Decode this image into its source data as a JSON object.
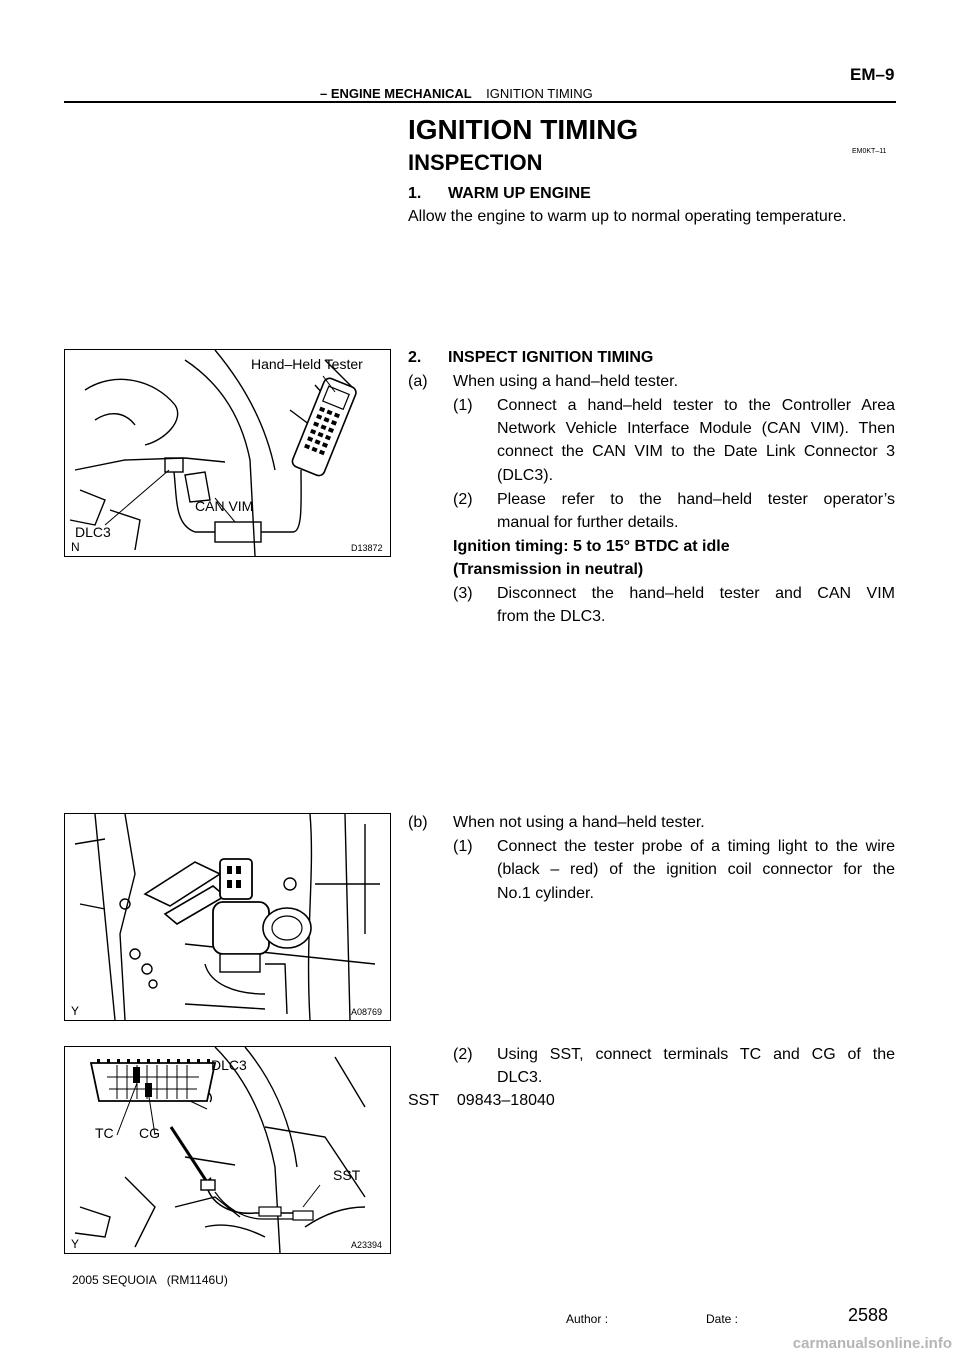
{
  "header": {
    "page_number": "EM–9",
    "section": "– ENGINE MECHANICAL",
    "subsection": "IGNITION TIMING"
  },
  "title": "IGNITION TIMING",
  "doc_code": "EM0KT–11",
  "subtitle": "INSPECTION",
  "step1": {
    "heading": "1.      WARM UP ENGINE",
    "text": "Allow the engine to warm up to normal operating temperature."
  },
  "step2": {
    "heading": "2.      INSPECT IGNITION TIMING",
    "a_label": "(a)",
    "a_text": "When using a hand–held tester.",
    "a1_label": "(1)",
    "a1_line1": "Connect a hand–held tester to the Controller Area",
    "a1_line2": "Network Vehicle Interface Module (CAN VIM). Then",
    "a1_line3": "connect the CAN VIM to the Date Link Connector 3",
    "a1_line4": "(DLC3).",
    "a2_label": "(2)",
    "a2_line1": "Please refer to the hand–held tester operator’s",
    "a2_line2": "manual for further details.",
    "spec_line1": "Ignition timing: 5 to 15° BTDC at idle",
    "spec_line2": "(Transmission in neutral)",
    "a3_label": "(3)",
    "a3_line1": "Disconnect the hand–held tester and CAN VIM",
    "a3_line2": "from the DLC3.",
    "b_label": "(b)",
    "b_text": "When not using a hand–held tester.",
    "b1_label": "(1)",
    "b1_line1": "Connect the tester probe of a timing light to the wire",
    "b1_line2": "(black – red) of the ignition coil connector for the",
    "b1_line3": "No.1 cylinder.",
    "b2_label": "(2)",
    "b2_line1": "Using SST, connect terminals TC and CG of the",
    "b2_line2": "DLC3.",
    "sst_line": "SST    09843–18040"
  },
  "figures": {
    "fig1": {
      "label_tester": "Hand–Held Tester",
      "label_vim": "CAN VIM",
      "label_dlc": "DLC3",
      "corner": "N",
      "code": "D13872"
    },
    "fig2": {
      "corner": "Y",
      "code": "A08769"
    },
    "fig3": {
      "label_dlc": "DLC3",
      "label_tc": "TC",
      "label_cg": "CG",
      "label_sst": "SST",
      "corner": "Y",
      "code": "A23394"
    }
  },
  "footer": {
    "model": "2005 SEQUOIA   (RM1146U)",
    "author": "Author :",
    "date": "Date :",
    "page": "2588",
    "watermark": "carmanualsonline.info"
  }
}
